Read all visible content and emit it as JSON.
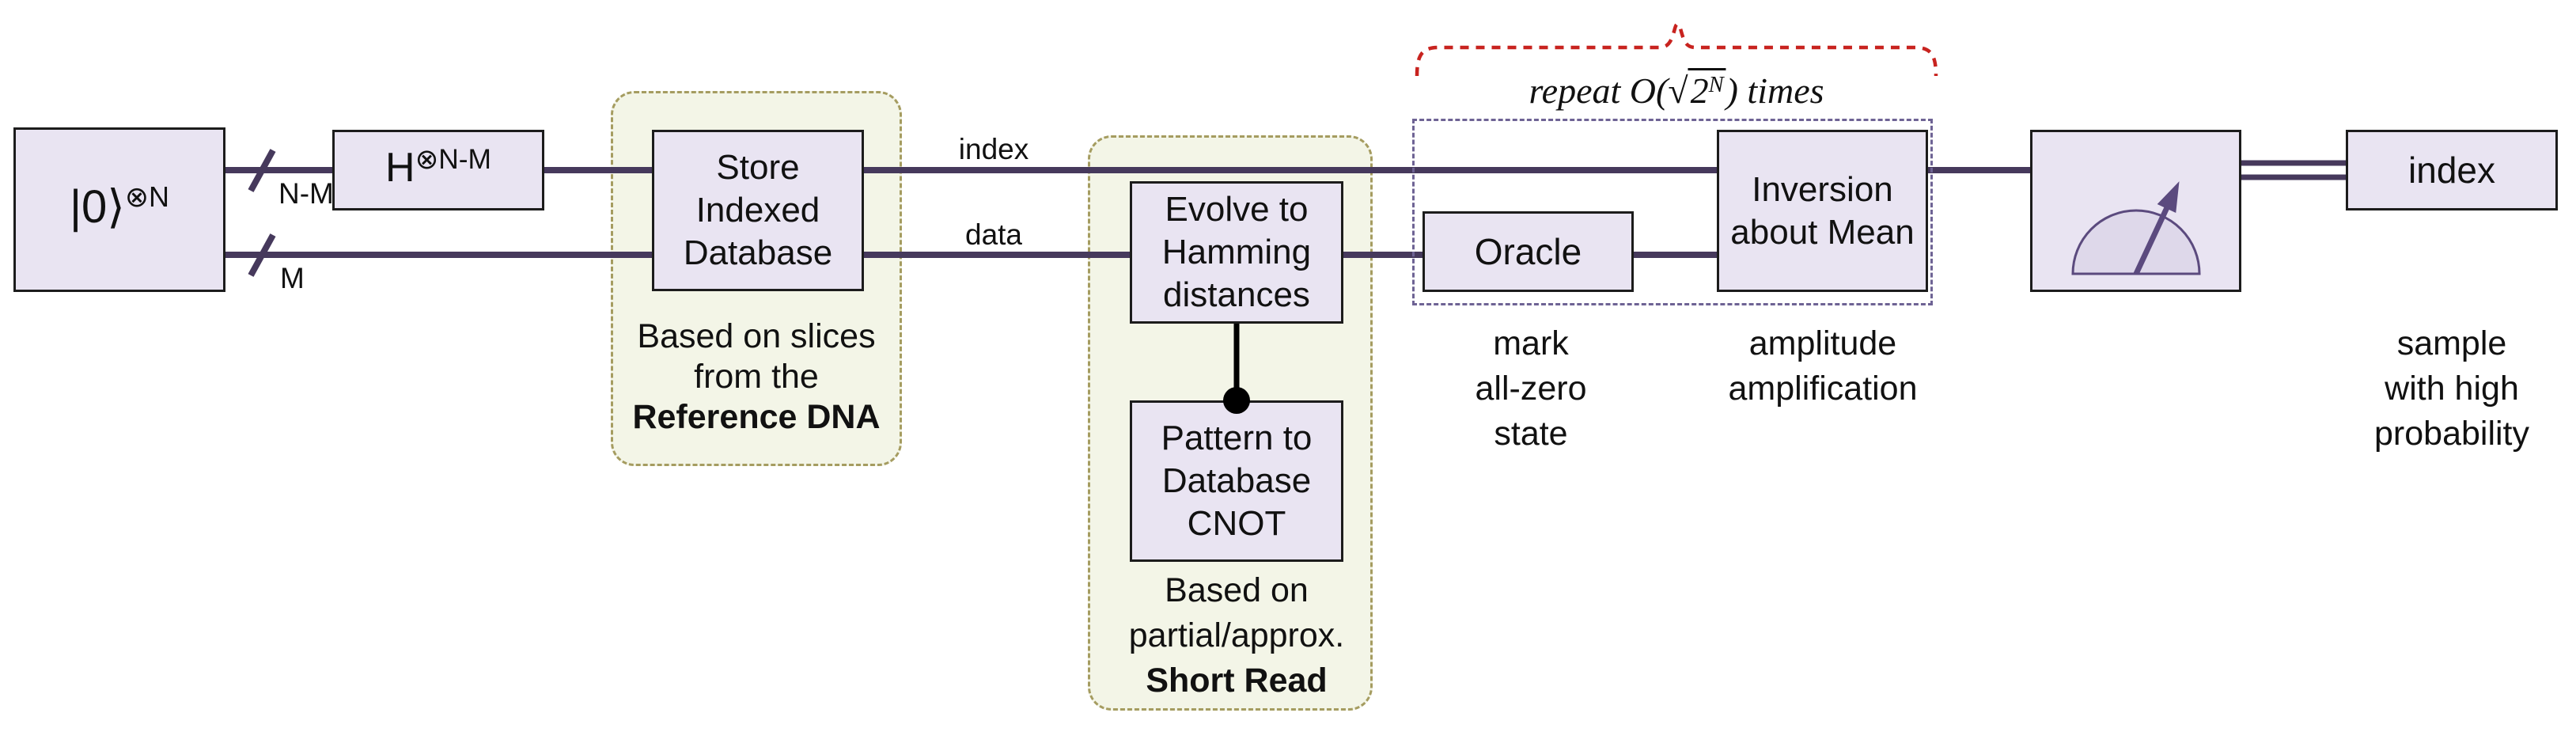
{
  "figure": {
    "type": "quantum-circuit-diagram",
    "colors": {
      "wire": "#46395c",
      "gate_fill": "#e9e4f2",
      "gate_border": "#1c1c1c",
      "group_fill": "#f3f5e7",
      "group_border": "#a59c60",
      "repeat_box_border": "#6e6394",
      "repeat_brace_red": "#c8231f",
      "gauge_fill": "#ded8ea",
      "gauge_stroke": "#5b4a7e",
      "control_dot": "#000000"
    },
    "gates": {
      "init": {
        "main": "|0⟩",
        "sup": "⊗N"
      },
      "hadamard": {
        "main": "H",
        "sup": "⊗N-M"
      },
      "store": {
        "lines": [
          "Store",
          "Indexed",
          "Database"
        ]
      },
      "evolve": {
        "lines": [
          "Evolve to",
          "Hamming",
          "distances"
        ]
      },
      "pattern": {
        "lines": [
          "Pattern to",
          "Database",
          "CNOT"
        ]
      },
      "oracle": {
        "label": "Oracle"
      },
      "inversion": {
        "lines": [
          "Inversion",
          "about Mean"
        ]
      },
      "output": {
        "label": "index"
      }
    },
    "wire_labels": {
      "top_width": "N-M",
      "bottom_width": "M",
      "top_name": "index",
      "bottom_name": "data"
    },
    "captions": {
      "store": {
        "line1": "Based on slices",
        "line2": "from the",
        "bold": "Reference DNA"
      },
      "pattern": {
        "line1": "Based on",
        "line2": "partial/approx.",
        "bold": "Short Read"
      },
      "oracle": {
        "line1": "mark",
        "line2": "all-zero",
        "line3": "state"
      },
      "inversion": {
        "line1": "amplitude",
        "line2": "amplification"
      },
      "output": {
        "line1": "sample",
        "line2": "with high",
        "line3": "probability"
      }
    },
    "repeat_label": {
      "prefix": "repeat O",
      "open_paren": "(",
      "sqrt_sign": "√",
      "radicand": "2",
      "exponent": "N",
      "close_paren": ")",
      "suffix": " times"
    }
  }
}
